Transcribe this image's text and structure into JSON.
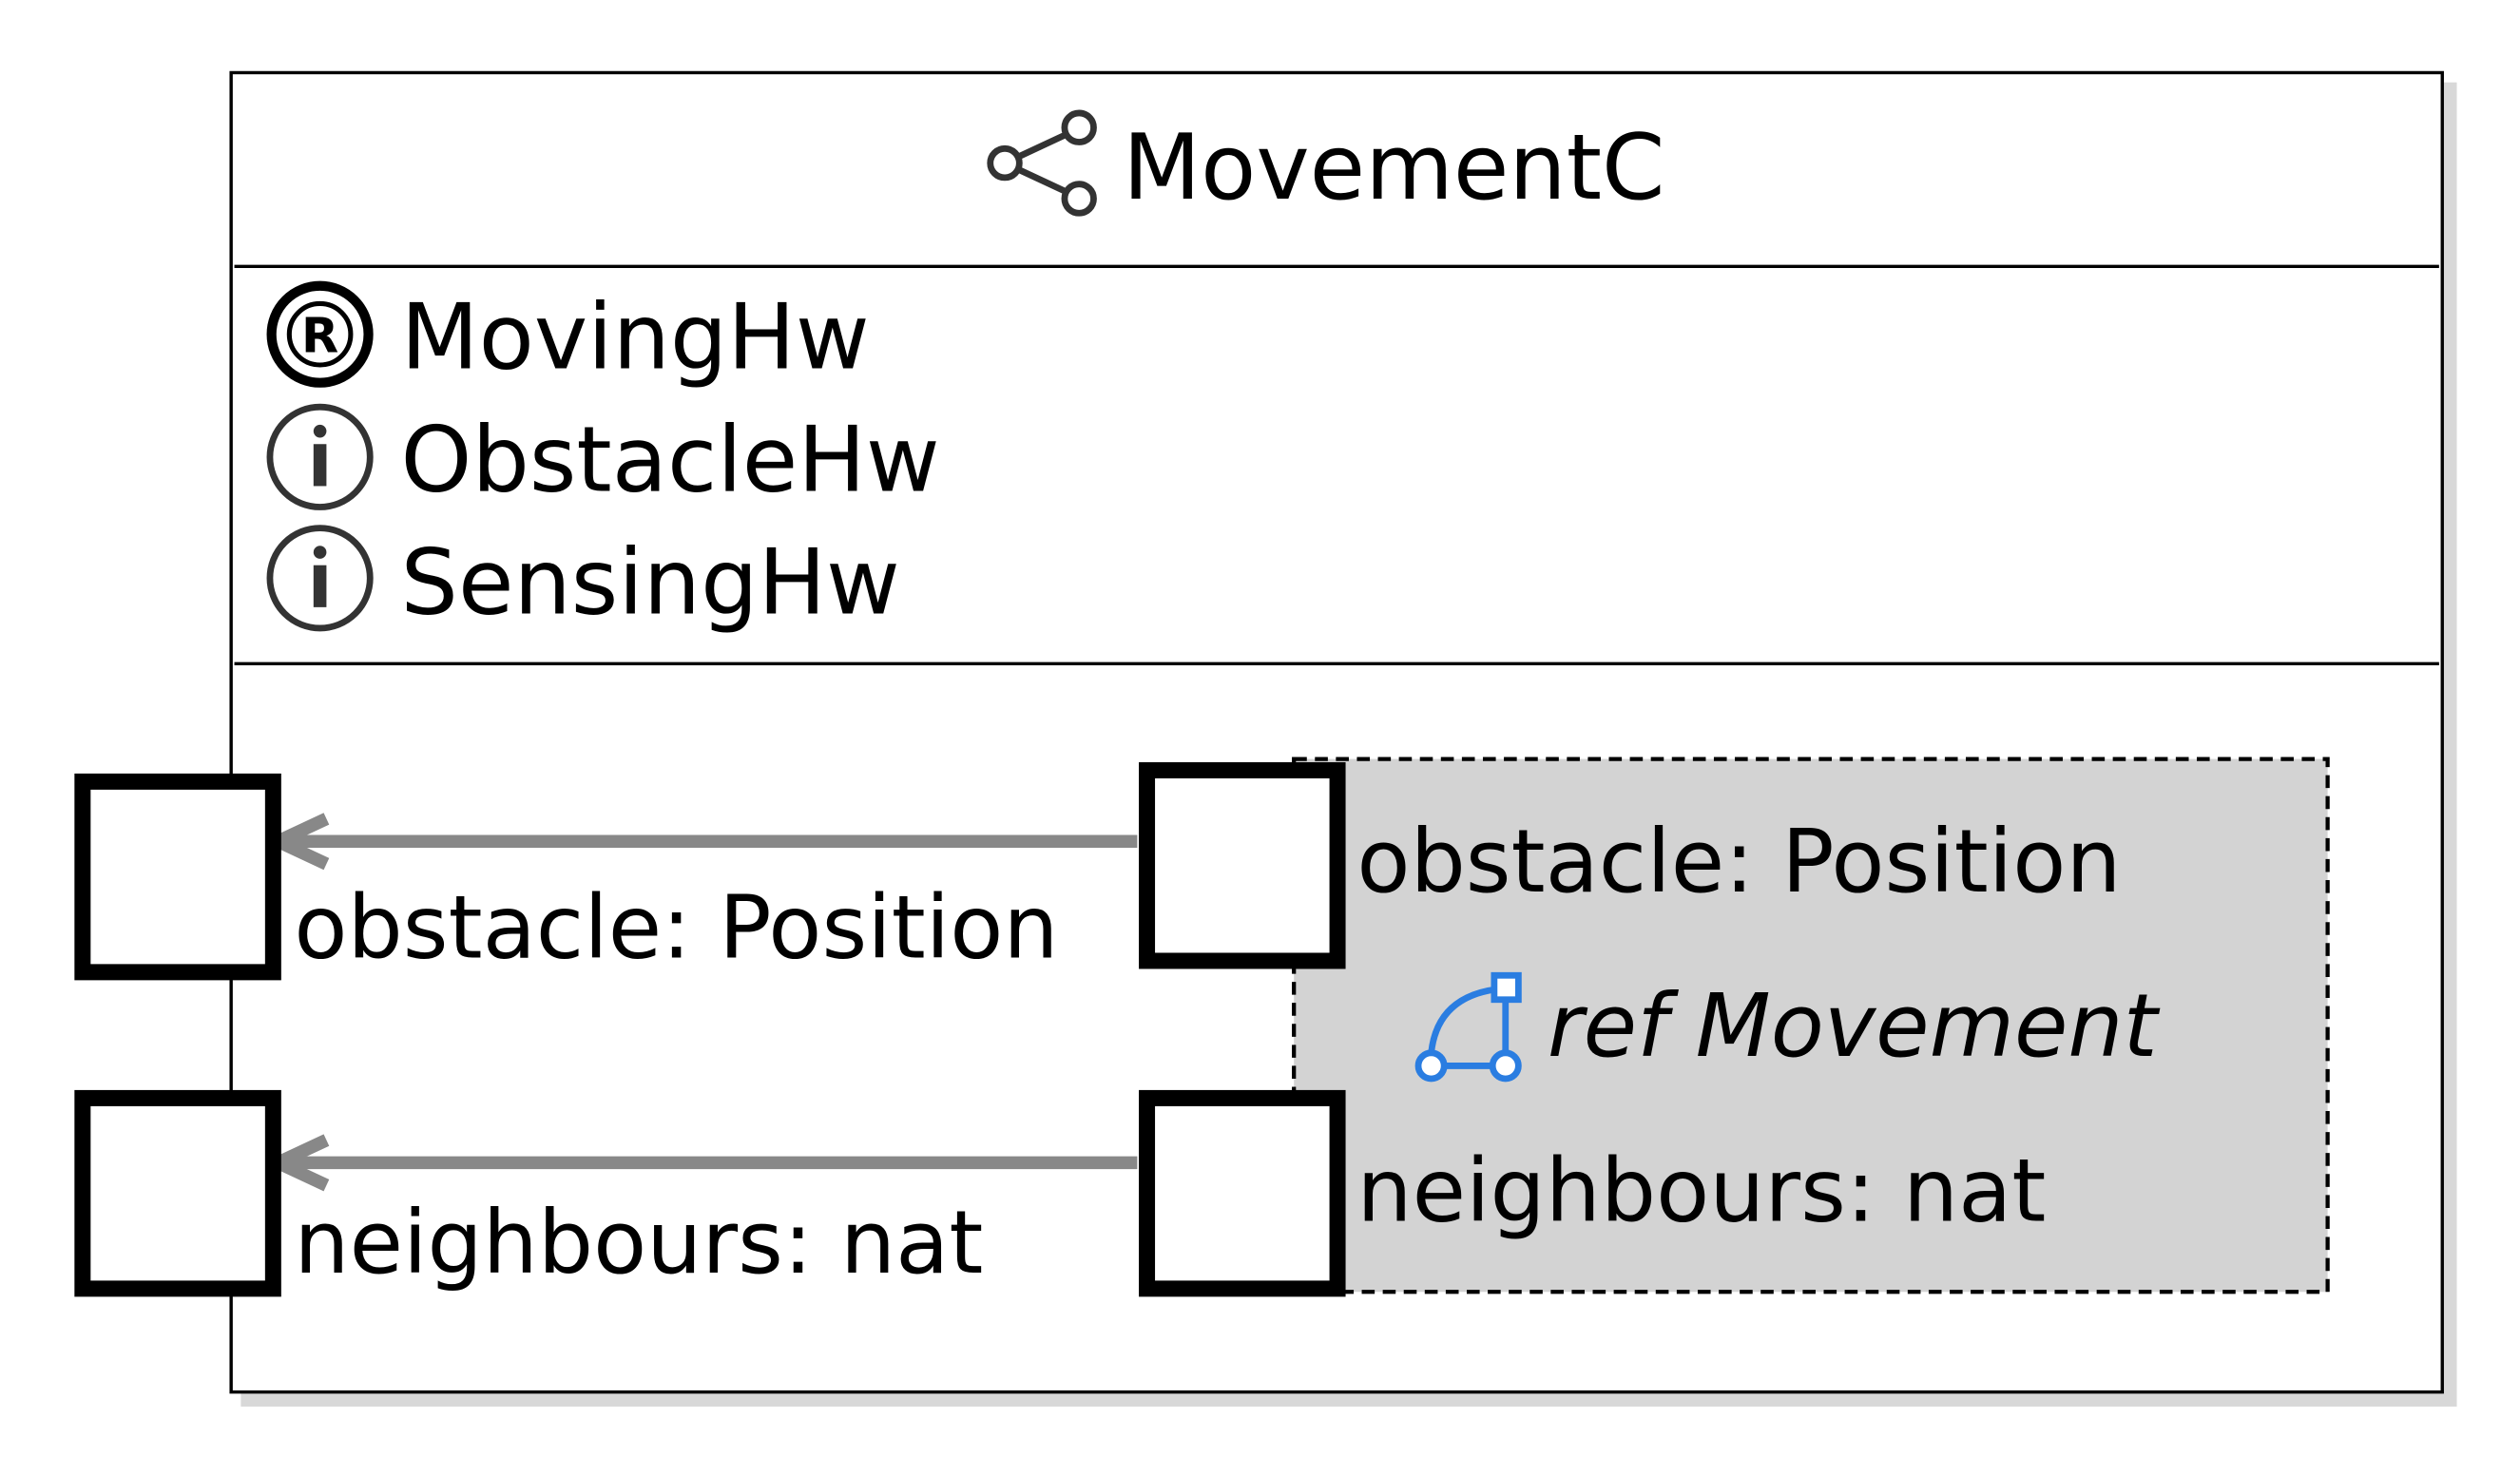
{
  "block": {
    "title": "MovementC",
    "title_icon": "component-share-icon",
    "interfaces": [
      {
        "label": "MovingHw",
        "icon": "required-r-icon"
      },
      {
        "label": "ObstacleHw",
        "icon": "info-i-icon"
      },
      {
        "label": "SensingHw",
        "icon": "info-i-icon"
      }
    ],
    "outer_ports": [
      {
        "label": "obstacle: Position"
      },
      {
        "label": "neighbours: nat"
      }
    ],
    "ref": {
      "label": "ref Movement",
      "icon": "reference-graph-icon",
      "fill": "#d3d3d3",
      "ports": [
        {
          "label": "obstacle: Position"
        },
        {
          "label": "neighbours: nat"
        }
      ]
    },
    "connector_color": "#888888",
    "icon_accent": "#2a7de1"
  }
}
